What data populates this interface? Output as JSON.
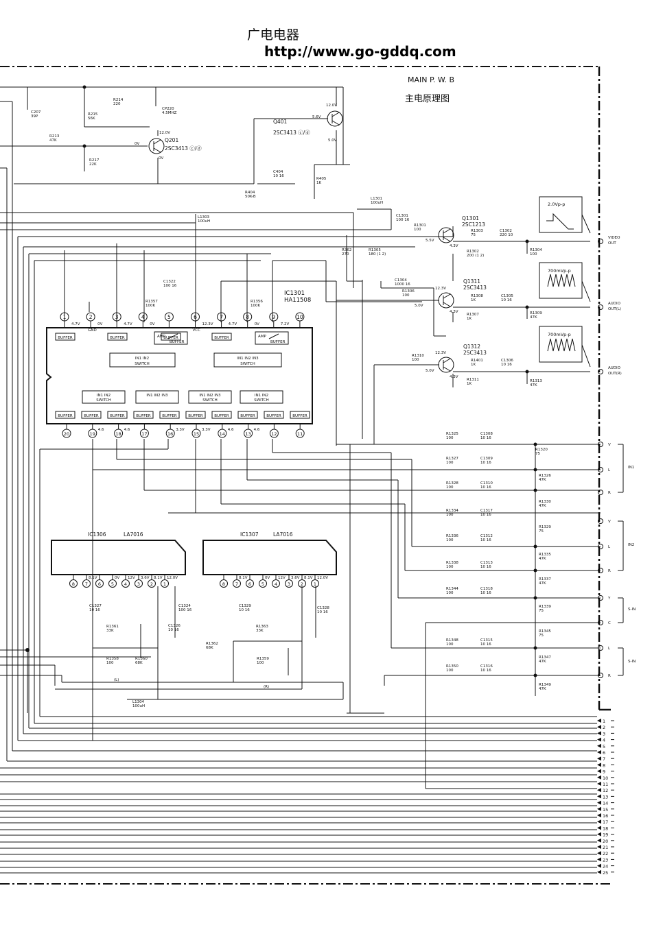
{
  "header": {
    "chinese_title": "广电电器",
    "url": "http://www.go-gddq.com"
  },
  "board": {
    "name": "MAIN P. W. B",
    "subtitle": "主电原理图"
  },
  "transistors": [
    {
      "ref": "Q201",
      "type": "2SC3413 ⓒ/ⓓ"
    },
    {
      "ref": "Q401",
      "type": "2SC3413 ⓒ/ⓓ"
    },
    {
      "ref": "Q1301",
      "type": "2SC1213"
    },
    {
      "ref": "Q1311",
      "type": "2SC3413"
    },
    {
      "ref": "Q1312",
      "type": "2SC3413"
    }
  ],
  "ic_main": {
    "ref": "IC1301",
    "type": "HA11508"
  },
  "ic_left": {
    "ref": "IC1306",
    "type": "LA7016"
  },
  "ic_right": {
    "ref": "IC1307",
    "type": "LA7016"
  },
  "ic_main_top_pins": [
    "1",
    "2",
    "3",
    "4",
    "5",
    "6",
    "7",
    "8",
    "9",
    "10"
  ],
  "ic_main_top_volts": [
    "4.7V",
    "0V",
    "4.7V",
    "0V",
    "",
    "12.3V",
    "4.7V",
    "0V",
    "7.2V",
    ""
  ],
  "ic_main_top_labels": [
    "",
    "GND",
    "",
    "",
    "",
    "VCC",
    "",
    "",
    "",
    ""
  ],
  "ic_main_bottom_pins": [
    "20",
    "19",
    "18",
    "17",
    "16",
    "15",
    "14",
    "13",
    "12",
    "11"
  ],
  "ic_main_bottom_volts": [
    "",
    "4.6",
    "4.6",
    "",
    "3.3V",
    "3.3V",
    "4.6",
    "4.6",
    "",
    ""
  ],
  "ic_blocks": {
    "buffer": "BUFFER",
    "amp": "AMP",
    "sw_top": "IN1 IN2 SWITCH",
    "sw_top_right": "IN1 IN2 IN3 SWITCH",
    "sw_bottom_1": "IN1 IN2 SWITCH",
    "sw_bottom_2": "IN1 IN2 IN3",
    "sw_bottom_3": "IN1 IN2 IN3",
    "sw_bottom_4": "IN1 IN2 SWITCH"
  },
  "la7016_pins": [
    "8",
    "7",
    "6",
    "5",
    "4",
    "3",
    "2",
    "1"
  ],
  "la7016_volts": [
    "",
    "8.1V",
    "",
    "0V",
    "12V",
    "3.6V",
    "8.1V",
    "12.0V"
  ],
  "waveforms": [
    {
      "label": "2.0Vp-p"
    },
    {
      "label": "700mVp-p"
    },
    {
      "label": "700mVp-p"
    }
  ],
  "outputs": [
    {
      "label": "VIDEO OUT"
    },
    {
      "label": "AUDIO OUT(L)"
    },
    {
      "label": "AUDIO OUT(R)"
    }
  ],
  "inputs": [
    {
      "group": "IN1",
      "terms": [
        "V",
        "L",
        "R"
      ]
    },
    {
      "group": "IN2",
      "terms": [
        "V",
        "L",
        "R"
      ]
    },
    {
      "group": "S-IN",
      "terms": [
        "Y",
        "C"
      ]
    },
    {
      "group": "S-IN",
      "terms": [
        "L",
        "R"
      ]
    }
  ],
  "components": [
    {
      "ref": "C207",
      "val": "39P"
    },
    {
      "ref": "R214",
      "val": "220"
    },
    {
      "ref": "R215",
      "val": "56K"
    },
    {
      "ref": "CP220",
      "val": "4.5MHZ"
    },
    {
      "ref": "R213",
      "val": "47K"
    },
    {
      "ref": "R217",
      "val": "22K"
    },
    {
      "ref": "C404",
      "val": "10 16"
    },
    {
      "ref": "R404",
      "val": "50K-B"
    },
    {
      "ref": "R405",
      "val": "1K"
    },
    {
      "ref": "L1301",
      "val": "100uH"
    },
    {
      "ref": "C1301",
      "val": "100 16"
    },
    {
      "ref": "R1301",
      "val": "100"
    },
    {
      "ref": "R1303",
      "val": "75"
    },
    {
      "ref": "C1302",
      "val": "220 10"
    },
    {
      "ref": "R1302",
      "val": "200 (1 2)"
    },
    {
      "ref": "R1304",
      "val": "100"
    },
    {
      "ref": "R362",
      "val": "270"
    },
    {
      "ref": "R1305",
      "val": "180 (1 2)"
    },
    {
      "ref": "L1303",
      "val": "100uH"
    },
    {
      "ref": "C1322",
      "val": "100 16"
    },
    {
      "ref": "R1357",
      "val": "100K"
    },
    {
      "ref": "R1356",
      "val": "100K"
    },
    {
      "ref": "C1304",
      "val": "1000 16"
    },
    {
      "ref": "R1306",
      "val": "100"
    },
    {
      "ref": "R1308",
      "val": "1K"
    },
    {
      "ref": "C1305",
      "val": "10 16"
    },
    {
      "ref": "R1307",
      "val": "1K"
    },
    {
      "ref": "R1309",
      "val": "47K"
    },
    {
      "ref": "R1310",
      "val": "100"
    },
    {
      "ref": "R1401",
      "val": "1K"
    },
    {
      "ref": "C1306",
      "val": "10 16"
    },
    {
      "ref": "R1311",
      "val": "1K"
    },
    {
      "ref": "R1313",
      "val": "47K"
    },
    {
      "ref": "R1325",
      "val": "100"
    },
    {
      "ref": "C1308",
      "val": "10 16"
    },
    {
      "ref": "R1320",
      "val": "75"
    },
    {
      "ref": "R1327",
      "val": "100"
    },
    {
      "ref": "C1309",
      "val": "10 16"
    },
    {
      "ref": "R1326",
      "val": "47K"
    },
    {
      "ref": "R1328",
      "val": "100"
    },
    {
      "ref": "C1310",
      "val": "10 16"
    },
    {
      "ref": "R1330",
      "val": "47K"
    },
    {
      "ref": "R1334",
      "val": "100"
    },
    {
      "ref": "C1317",
      "val": "10 16"
    },
    {
      "ref": "R1329",
      "val": "75"
    },
    {
      "ref": "R1336",
      "val": "100"
    },
    {
      "ref": "C1312",
      "val": "10 16"
    },
    {
      "ref": "R1335",
      "val": "47K"
    },
    {
      "ref": "R1338",
      "val": "100"
    },
    {
      "ref": "C1313",
      "val": "10 16"
    },
    {
      "ref": "R1337",
      "val": "47K"
    },
    {
      "ref": "R1344",
      "val": "100"
    },
    {
      "ref": "C1318",
      "val": "10 16"
    },
    {
      "ref": "R1339",
      "val": "75"
    },
    {
      "ref": "R1345",
      "val": "75"
    },
    {
      "ref": "R1348",
      "val": "100"
    },
    {
      "ref": "C1315",
      "val": "10 16"
    },
    {
      "ref": "R1347",
      "val": "47K"
    },
    {
      "ref": "R1350",
      "val": "100"
    },
    {
      "ref": "C1316",
      "val": "10 16"
    },
    {
      "ref": "R1349",
      "val": "47K"
    },
    {
      "ref": "C1327",
      "val": "10 16"
    },
    {
      "ref": "R1361",
      "val": "33K"
    },
    {
      "ref": "C1324",
      "val": "100 16"
    },
    {
      "ref": "C1326",
      "val": "10 16"
    },
    {
      "ref": "R1358",
      "val": "100"
    },
    {
      "ref": "R1360",
      "val": "68K"
    },
    {
      "ref": "R1362",
      "val": "68K"
    },
    {
      "ref": "C1329",
      "val": "10 16"
    },
    {
      "ref": "R1363",
      "val": "33K"
    },
    {
      "ref": "C1328",
      "val": "10 16"
    },
    {
      "ref": "R1359",
      "val": "100"
    },
    {
      "ref": "L1304",
      "val": "100uH"
    }
  ],
  "volts": {
    "q201_c": "12.0V",
    "q201_b": "0V",
    "q201_e": "0V",
    "q401_c": "12.0V",
    "q401_b": "5.6V",
    "q401_e": "5.0V",
    "q1301_b": "5.5V",
    "q1301_e": "4.3V",
    "q1311_c": "12.3V",
    "q1311_b": "5.0V",
    "q1311_e": "4.3V",
    "q1312_c": "12.3V",
    "q1312_b": "5.0V",
    "q1312_e": "4.3V"
  },
  "ic_bottom_labels": {
    "left": "(L)",
    "right": "(R)"
  },
  "connector_pins": [
    "1",
    "2",
    "3",
    "4",
    "5",
    "6",
    "7",
    "8",
    "9",
    "10",
    "11",
    "12",
    "13",
    "14",
    "15",
    "16",
    "17",
    "18",
    "19",
    "20",
    "21",
    "22",
    "23",
    "24",
    "25"
  ]
}
